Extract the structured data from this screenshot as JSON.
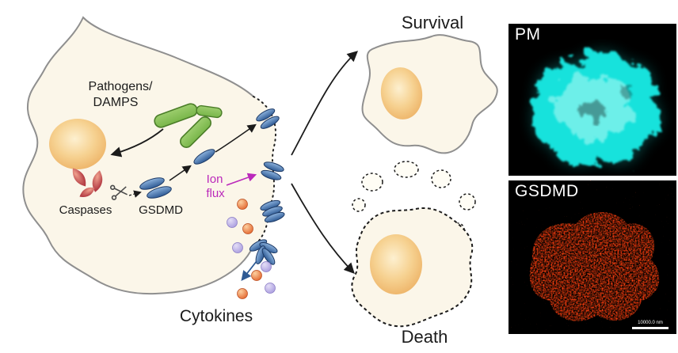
{
  "figure": {
    "kind": "pyroptosis-pathway-diagram"
  },
  "labels": {
    "survival": "Survival",
    "death": "Death",
    "pathogens_line1": "Pathogens/",
    "pathogens_line2": "DAMPS",
    "caspases": "Caspases",
    "gsdmd": "GSDMD",
    "ion_line1": "Ion",
    "ion_line2": "flux",
    "cytokines": "Cytokines"
  },
  "micrographs": {
    "pm": {
      "label": "PM"
    },
    "gsdmd": {
      "label": "GSDMD",
      "scale_bar": "10000.0 nm"
    }
  },
  "colors": {
    "cell_fill": "#fbf6e9",
    "cell_stroke": "#8f8f8f",
    "membrane_dot": "#222222",
    "text_dark": "#1b1b1b",
    "pathogen": "#79b64a",
    "pathogen_dark": "#4a7d28",
    "gsdmd_light": "#8cb2dd",
    "gsdmd_dark": "#2e5a94",
    "gsdmd_stroke": "#1d3a66",
    "caspase_light": "#f0a18e",
    "caspase_dark": "#a3202f",
    "nucleus_light": "#fdf0d0",
    "nucleus_mid": "#f6d190",
    "nucleus_dark": "#edb266",
    "ion_magenta": "#bb29bb",
    "cytokine_orange": "#e2622a",
    "cytokine_orange_light": "#fcd0a0",
    "cytokine_purple": "#a79ade",
    "cytokine_purple_light": "#e4def6",
    "pm_cyan": "#17e2dc",
    "gsdmd_red": "#ff3a14"
  }
}
